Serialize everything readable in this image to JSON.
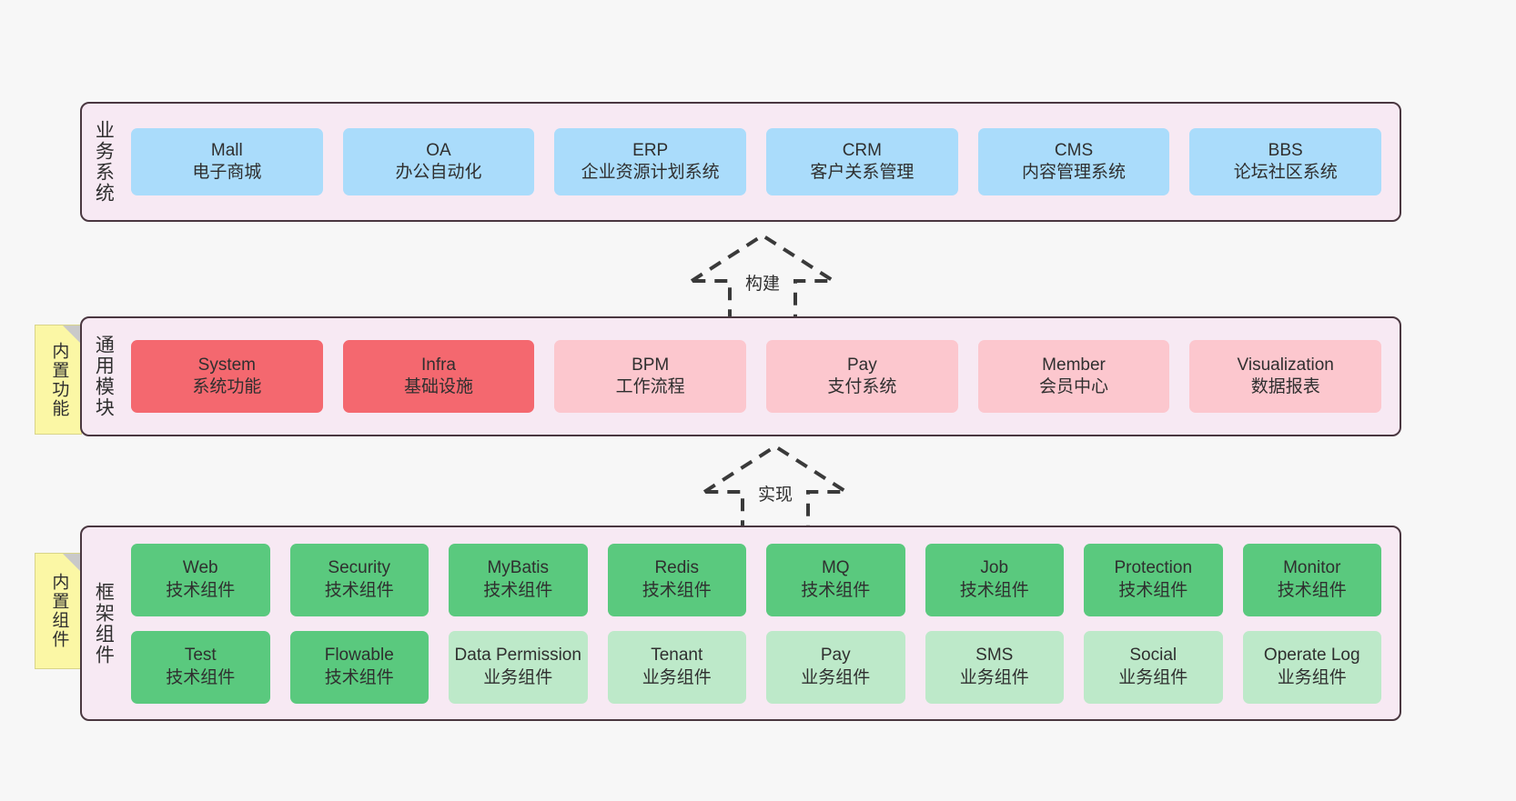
{
  "diagram": {
    "background": "#f7f7f7",
    "container_fill": "#f7e9f3",
    "container_border": "#4a3740"
  },
  "layers": [
    {
      "id": "business",
      "title": "业务系统",
      "note": null,
      "rows": [
        [
          {
            "en": "Mall",
            "cn": "电子商城",
            "color": "#aadcfb",
            "tone": "c-blue"
          },
          {
            "en": "OA",
            "cn": "办公自动化",
            "color": "#aadcfb",
            "tone": "c-blue"
          },
          {
            "en": "ERP",
            "cn": "企业资源计划系统",
            "color": "#aadcfb",
            "tone": "c-blue"
          },
          {
            "en": "CRM",
            "cn": "客户关系管理",
            "color": "#aadcfb",
            "tone": "c-blue"
          },
          {
            "en": "CMS",
            "cn": "内容管理系统",
            "color": "#aadcfb",
            "tone": "c-blue"
          },
          {
            "en": "BBS",
            "cn": "论坛社区系统",
            "color": "#aadcfb",
            "tone": "c-blue"
          }
        ]
      ]
    },
    {
      "id": "modules",
      "title": "通用模块",
      "note": "内置功能",
      "rows": [
        [
          {
            "en": "System",
            "cn": "系统功能",
            "color": "#f4686f",
            "tone": "c-red"
          },
          {
            "en": "Infra",
            "cn": "基础设施",
            "color": "#f4686f",
            "tone": "c-red"
          },
          {
            "en": "BPM",
            "cn": "工作流程",
            "color": "#fcc7ce",
            "tone": "c-pink"
          },
          {
            "en": "Pay",
            "cn": "支付系统",
            "color": "#fcc7ce",
            "tone": "c-pink"
          },
          {
            "en": "Member",
            "cn": "会员中心",
            "color": "#fcc7ce",
            "tone": "c-pink"
          },
          {
            "en": "Visualization",
            "cn": "数据报表",
            "color": "#fcc7ce",
            "tone": "c-pink"
          }
        ]
      ]
    },
    {
      "id": "framework",
      "title": "框架组件",
      "note": "内置组件",
      "rows": [
        [
          {
            "en": "Web",
            "cn": "技术组件",
            "color": "#5ac97e",
            "tone": "c-green"
          },
          {
            "en": "Security",
            "cn": "技术组件",
            "color": "#5ac97e",
            "tone": "c-green"
          },
          {
            "en": "MyBatis",
            "cn": "技术组件",
            "color": "#5ac97e",
            "tone": "c-green"
          },
          {
            "en": "Redis",
            "cn": "技术组件",
            "color": "#5ac97e",
            "tone": "c-green"
          },
          {
            "en": "MQ",
            "cn": "技术组件",
            "color": "#5ac97e",
            "tone": "c-green"
          },
          {
            "en": "Job",
            "cn": "技术组件",
            "color": "#5ac97e",
            "tone": "c-green"
          },
          {
            "en": "Protection",
            "cn": "技术组件",
            "color": "#5ac97e",
            "tone": "c-green"
          },
          {
            "en": "Monitor",
            "cn": "技术组件",
            "color": "#5ac97e",
            "tone": "c-green"
          }
        ],
        [
          {
            "en": "Test",
            "cn": "技术组件",
            "color": "#5ac97e",
            "tone": "c-green"
          },
          {
            "en": "Flowable",
            "cn": "技术组件",
            "color": "#5ac97e",
            "tone": "c-green"
          },
          {
            "en": "Data Permission",
            "cn": "业务组件",
            "color": "#bde9c9",
            "tone": "c-lightgreen"
          },
          {
            "en": "Tenant",
            "cn": "业务组件",
            "color": "#bde9c9",
            "tone": "c-lightgreen"
          },
          {
            "en": "Pay",
            "cn": "业务组件",
            "color": "#bde9c9",
            "tone": "c-lightgreen"
          },
          {
            "en": "SMS",
            "cn": "业务组件",
            "color": "#bde9c9",
            "tone": "c-lightgreen"
          },
          {
            "en": "Social",
            "cn": "业务组件",
            "color": "#bde9c9",
            "tone": "c-lightgreen"
          },
          {
            "en": "Operate Log",
            "cn": "业务组件",
            "color": "#bde9c9",
            "tone": "c-lightgreen"
          }
        ]
      ]
    }
  ],
  "arrows": [
    {
      "id": "build",
      "label": "构建"
    },
    {
      "id": "impl",
      "label": "实现"
    }
  ]
}
